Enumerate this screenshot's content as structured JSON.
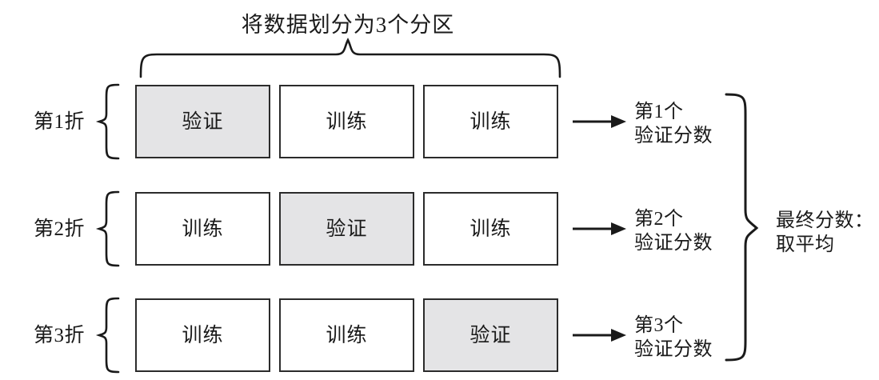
{
  "diagram": {
    "title": "将数据划分为3个分区",
    "partition_count": 3,
    "fold_count": 3,
    "labels": {
      "validation": "验证",
      "training": "训练"
    },
    "colors": {
      "validation_fill": "#e4e4e6",
      "training_fill": "#ffffff",
      "box_border": "#2b2b2b",
      "stroke": "#1a1a1a",
      "background": "#ffffff"
    },
    "folds": [
      {
        "label": "第1折",
        "cells": [
          {
            "role": "validation",
            "text": "验证"
          },
          {
            "role": "training",
            "text": "训练"
          },
          {
            "role": "training",
            "text": "训练"
          }
        ],
        "score": {
          "line1": "第1个",
          "line2": "验证分数"
        },
        "arrow": "right-arrow-icon"
      },
      {
        "label": "第2折",
        "cells": [
          {
            "role": "training",
            "text": "训练"
          },
          {
            "role": "validation",
            "text": "验证"
          },
          {
            "role": "training",
            "text": "训练"
          }
        ],
        "score": {
          "line1": "第2个",
          "line2": "验证分数"
        },
        "arrow": "right-arrow-icon"
      },
      {
        "label": "第3折",
        "cells": [
          {
            "role": "training",
            "text": "训练"
          },
          {
            "role": "training",
            "text": "训练"
          },
          {
            "role": "validation",
            "text": "验证"
          }
        ],
        "score": {
          "line1": "第3个",
          "line2": "验证分数"
        },
        "arrow": "right-arrow-icon"
      }
    ],
    "final": {
      "line1": "最终分数：",
      "line2": "取平均"
    },
    "braces": {
      "top": "top-curly-brace-icon",
      "fold": "left-curly-brace-icon",
      "final": "right-curly-brace-icon"
    }
  }
}
